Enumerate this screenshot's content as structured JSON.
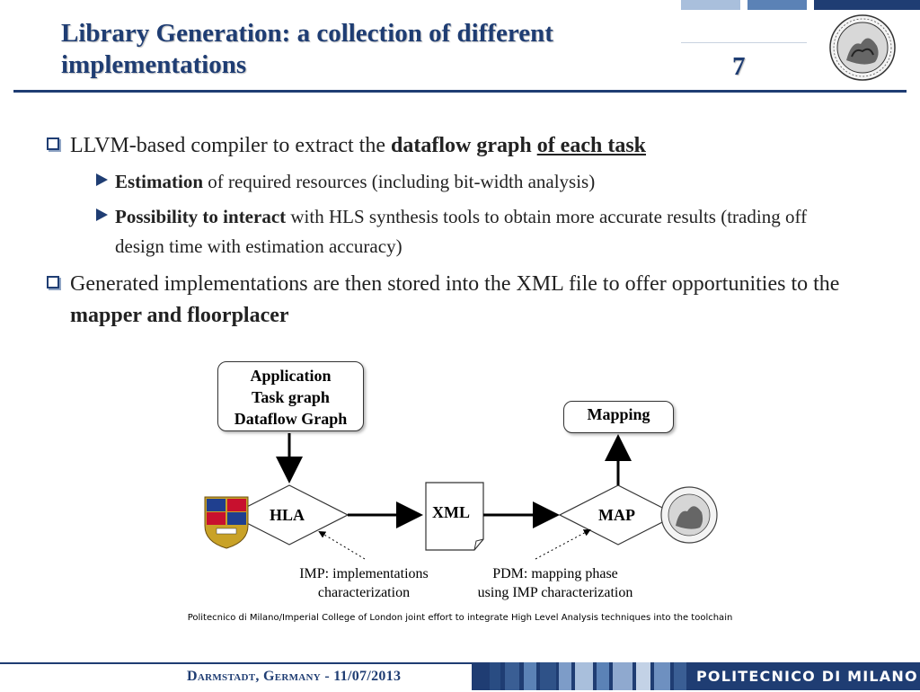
{
  "header": {
    "title": "Library Generation: a collection of different implementations",
    "slide_number": "7",
    "colors": {
      "accent": "#1f3d73",
      "stripe_light": "#a9bfdc",
      "stripe_mid": "#5b82b6"
    }
  },
  "bullets": [
    {
      "segments": [
        {
          "text": "LLVM-based compiler to extract the "
        },
        {
          "text": "dataflow graph",
          "bold": true
        },
        {
          "text": " "
        },
        {
          "text": "of each task",
          "bold": true,
          "underline": true
        }
      ],
      "sub": [
        {
          "segments": [
            {
              "text": "Estimation",
              "bold": true
            },
            {
              "text": " of required resources (including bit-width analysis)"
            }
          ]
        },
        {
          "segments": [
            {
              "text": "Possibility to interact",
              "bold": true
            },
            {
              "text": " with HLS synthesis tools to obtain more accurate results (trading off design time with estimation accuracy)"
            }
          ]
        }
      ]
    },
    {
      "segments": [
        {
          "text": "Generated implementations are then stored into the XML file to offer opportunities to the "
        },
        {
          "text": "mapper and floorplacer",
          "bold": true
        }
      ],
      "sub": []
    }
  ],
  "diagram": {
    "app_box": {
      "line1": "Application",
      "line2": "Task graph",
      "line3": "Dataflow Graph"
    },
    "mapping_box": "Mapping",
    "hla": "HLA",
    "xml": "XML",
    "map": "MAP",
    "imp_caption": {
      "line1": "IMP: implementations",
      "line2": "characterization"
    },
    "pdm_caption": {
      "line1": "PDM: mapping phase",
      "line2": "using IMP characterization"
    }
  },
  "footnote": "Politecnico di Milano/Imperial College of London joint effort to integrate High Level Analysis techniques into the toolchain",
  "footer": {
    "event": "Darmstadt, Germany - 11/07/2013",
    "brand": "POLITECNICO DI MILANO"
  }
}
